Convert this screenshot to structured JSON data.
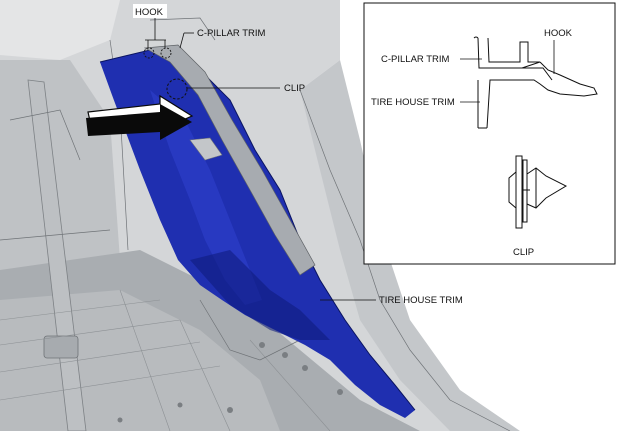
{
  "figure": {
    "main_labels": {
      "hook": "HOOK",
      "c_pillar_trim": "C-PILLAR TRIM",
      "clip": "CLIP",
      "tire_house_trim": "TIRE HOUSE TRIM"
    },
    "inset_labels": {
      "c_pillar_trim": "C-PILLAR TRIM",
      "hook": "HOOK",
      "tire_house_trim": "TIRE HOUSE TRIM",
      "clip": "CLIP"
    }
  },
  "colors": {
    "trim_blue": "#1f2fb0",
    "trim_blue_dark": "#0c1a7a",
    "body_gray": "#c9cccf",
    "body_gray_dark": "#8e9296",
    "ink": "#111111",
    "arrow_black": "#0a0a0a"
  }
}
